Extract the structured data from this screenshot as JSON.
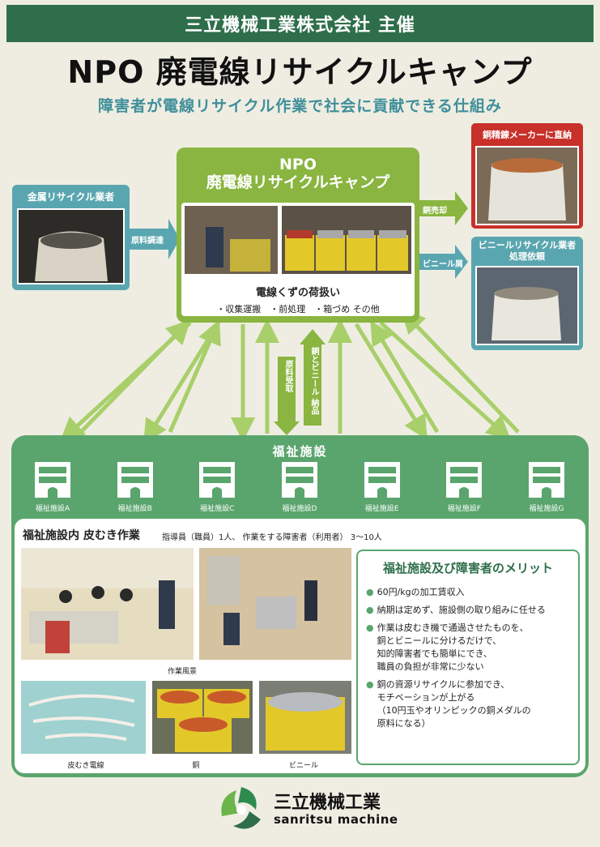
{
  "header": {
    "organizer": "三立機械工業株式会社 主催",
    "title": "NPO 廃電線リサイクルキャンプ",
    "subtitle": "障害者が電線リサイクル作業で社会に貢献できる仕組み"
  },
  "left_partner": {
    "label": "金属リサイクル業者",
    "arrow_label": "原料調達"
  },
  "npo": {
    "title_line1": "NPO",
    "title_line2": "廃電線リサイクルキャンプ",
    "handling_title": "電線くずの荷扱い",
    "handling_items": "・収集運搬　・前処理　・箱づめ その他"
  },
  "right_partners": [
    {
      "label": "銅精錬メーカーに直納",
      "arrow_label": "銅売却"
    },
    {
      "label_line1": "ビニールリサイクル業者",
      "label_line2": "処理依頼",
      "arrow_label": "ビニール屑"
    }
  ],
  "flow_labels": {
    "down": "原料受取",
    "up": "銅とビニール 納品"
  },
  "welfare": {
    "title": "福祉施設",
    "facilities": [
      "福祉施設A",
      "福祉施設B",
      "福祉施設C",
      "福祉施設D",
      "福祉施設E",
      "福祉施設F",
      "福祉施設G"
    ]
  },
  "inner": {
    "title": "福祉施設内 皮むき作業",
    "staffing": "指導員（職員）1人、 作業をする障害者（利用者） 3～10人",
    "captions": {
      "work": "作業風景",
      "stripped": "皮むき電線",
      "copper": "銅",
      "vinyl": "ビニール"
    }
  },
  "merits": {
    "title": "福祉施設及び障害者のメリット",
    "items": [
      [
        "60円/kgの加工賃収入"
      ],
      [
        "納期は定めず、施設側の取り組みに任せる"
      ],
      [
        "作業は皮むき機で通過させたものを、",
        "銅とビニールに分けるだけで、",
        "知的障害者でも簡単にでき、",
        "職員の負担が非常に少ない"
      ],
      [
        "銅の資源リサイクルに参加でき、",
        "モチベーションが上がる",
        "（10円玉やオリンピックの銅メダルの",
        "原料になる）"
      ]
    ]
  },
  "logo": {
    "name": "三立機械工業",
    "romaji": "sanritsu machine"
  },
  "colors": {
    "dark_green": "#2e6e4a",
    "light_green": "#89b540",
    "teal": "#5aa6b0",
    "welfare_green": "#5aa56d",
    "red": "#c8302a"
  }
}
